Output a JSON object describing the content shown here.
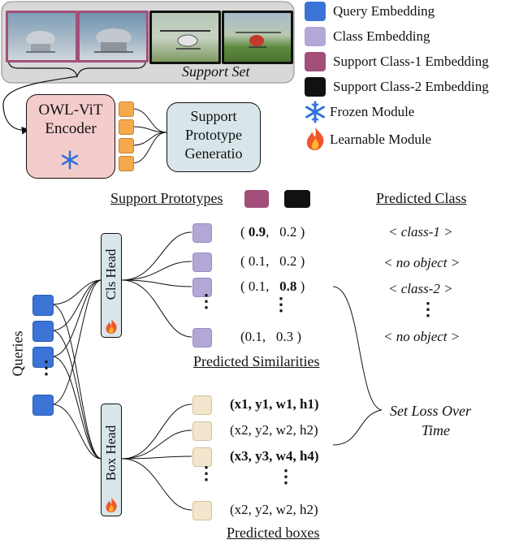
{
  "colors": {
    "query": "#3b74d6",
    "class": "#b3a7d6",
    "support1": "#a24f7a",
    "support2": "#111111",
    "encoder_fill": "#f5cccc",
    "generator_fill": "#d8e6ea"
  },
  "support_set": {
    "label": "Support Set"
  },
  "legend": {
    "query": "Query Embedding",
    "class": "Class Embedding",
    "support1": "Support Class-1 Embedding",
    "support2": "Support Class-2 Embedding",
    "frozen": "Frozen Module",
    "learnable": "Learnable Module",
    "frozen_icon": "snowflake-icon",
    "learnable_icon": "fire-icon"
  },
  "encoder": {
    "line1": "OWL-ViT",
    "line2": "Encoder"
  },
  "generator": {
    "line1": "Support",
    "line2": "Prototype",
    "line3": "Generatio"
  },
  "prototypes": {
    "label": "Support Prototypes"
  },
  "predicted_class": {
    "header": "Predicted Class",
    "items": [
      "< class-1 >",
      "< no object >",
      "< class-2 >",
      "⋮",
      "< no object >"
    ]
  },
  "queries": {
    "label": "Queries"
  },
  "cls_head": {
    "label": "Cls Head"
  },
  "box_head": {
    "label": "Box Head"
  },
  "similarities": {
    "caption": "Predicted Similarities",
    "rows": [
      {
        "a": "0.9",
        "b": "0.2"
      },
      {
        "a": "0.1",
        "b": "0.2"
      },
      {
        "a": "0.1",
        "b": "0.8"
      },
      {
        "a": "0.1",
        "b": "0.3"
      }
    ]
  },
  "boxes": {
    "caption": "Predicted boxes",
    "rows": [
      "(x1, y1, w1, h1)",
      "(x2, y2, w2, h2)",
      "(x3, y3, w4, h4)",
      "(x2, y2, w2, h2)"
    ]
  },
  "loss": {
    "line1": "Set Loss Over",
    "line2": "Time"
  }
}
